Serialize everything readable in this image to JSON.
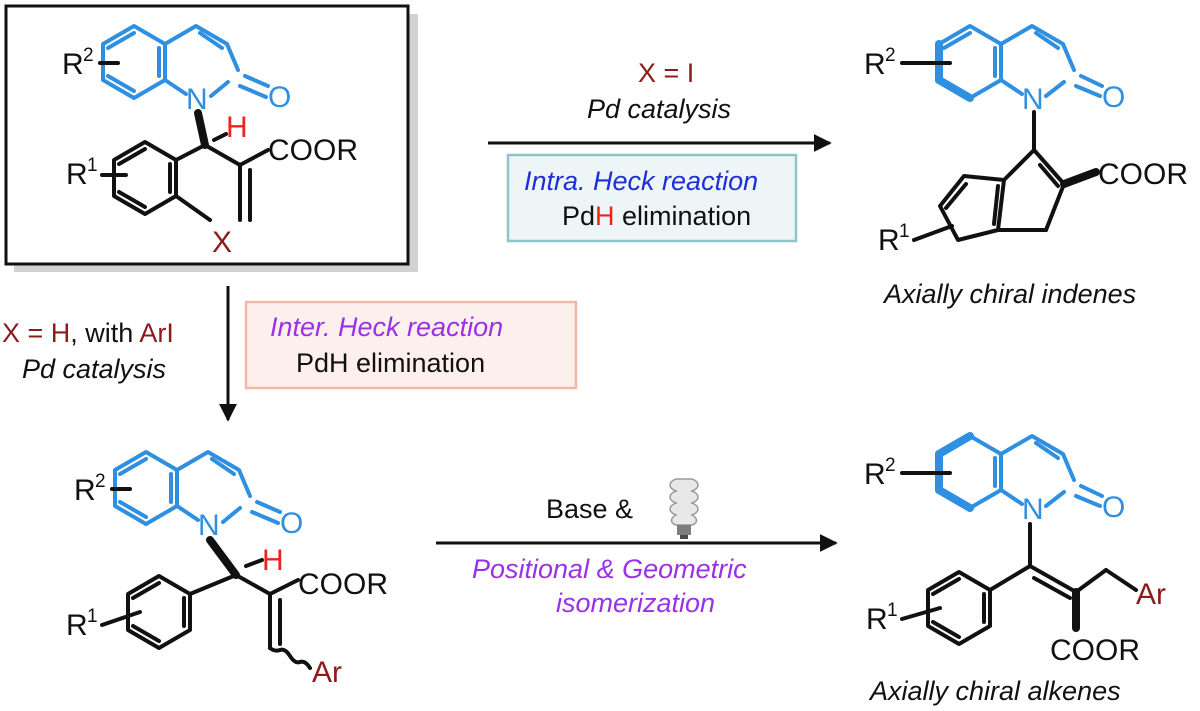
{
  "colors": {
    "black": "#111111",
    "blue": "#2f8fe0",
    "red": "#e8261e",
    "darkred": "#8c1c1c",
    "navy": "#1f2fd6",
    "purple": "#9b30e6",
    "box_teal_fill": "#eef5f6",
    "box_teal_border": "#8fc4cc",
    "box_peach_fill": "#fdf0ec",
    "box_peach_border": "#f2b8a6"
  },
  "atoms": {
    "R1": "R",
    "R1_sup": "1",
    "R2": "R",
    "R2_sup": "2",
    "N": "N",
    "O": "O",
    "H": "H",
    "COOR": "COOR",
    "X": "X",
    "Ar": "Ar"
  },
  "reactions": {
    "top": {
      "condition_x_prefix": "X = ",
      "condition_x_value": "I",
      "catalysis": "Pd catalysis",
      "box_line1": "Intra. Heck reaction",
      "box_line2_prefix": "Pd",
      "box_line2_h": "H",
      "box_line2_suffix": " elimination"
    },
    "down": {
      "condition_x_prefix": "X = ",
      "condition_x_value": "H",
      "condition_with": ", with ",
      "condition_reagent": "ArI",
      "catalysis": "Pd catalysis",
      "box_line1": "Inter. Heck reaction",
      "box_line2": "PdH elimination"
    },
    "bottom": {
      "reagent": "Base &",
      "line1": "Positional & Geometric",
      "line2": "isomerization"
    }
  },
  "products": {
    "indenes_label": "Axially chiral indenes",
    "alkenes_label": "Axially chiral alkenes"
  }
}
